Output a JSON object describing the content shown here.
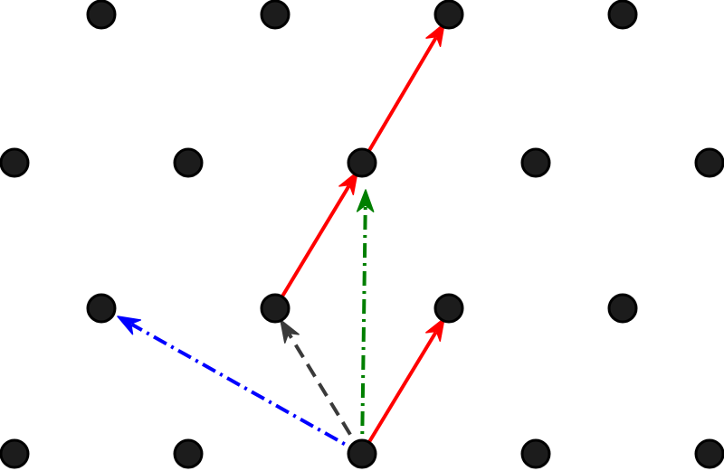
{
  "diagram": {
    "type": "triangular-lattice-vectors",
    "colors": {
      "lattice_point_fill": "#1c1c1c",
      "lattice_point_stroke": "#000000",
      "red_vector": "#ff0000",
      "green_vector": "#007f00",
      "gray_vector": "#3a3a3a",
      "blue_vector": "#0000ff"
    },
    "vector_styles": {
      "red": "solid",
      "green": "dash-dot",
      "gray": "dashed",
      "blue": "dash-dot"
    }
  }
}
